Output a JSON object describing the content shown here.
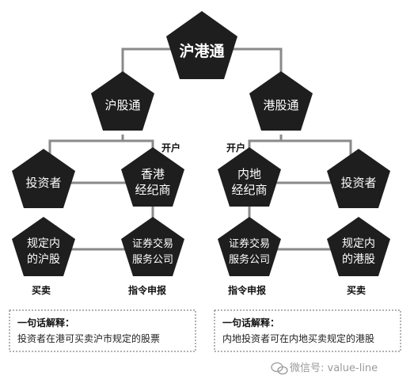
{
  "nodes": {
    "top": "沪港通",
    "left_hub": "沪股通",
    "right_hub": "港股通",
    "left_investor": "投资者",
    "hk_broker_line1": "香港",
    "hk_broker_line2": "经纪商",
    "mainland_broker_line1": "内地",
    "mainland_broker_line2": "经纪商",
    "right_investor": "投资者",
    "sh_stocks_line1": "规定内",
    "sh_stocks_line2": "的沪股",
    "left_trade_service_line1": "证券交易",
    "left_trade_service_line2": "服务公司",
    "right_trade_service_line1": "证券交易",
    "right_trade_service_line2": "服务公司",
    "hk_stocks_line1": "规定内",
    "hk_stocks_line2": "的港股"
  },
  "labels": {
    "open_account_left": "开户",
    "open_account_right": "开户",
    "buy_sell_left": "买卖",
    "order_report_left": "指令申报",
    "order_report_right": "指令申报",
    "buy_sell_right": "买卖"
  },
  "notes": {
    "left_title": "一句话解释：",
    "left_text": "投资者在港可买卖沪市规定的股票",
    "right_title": "一句话解释：",
    "right_text": "内地投资者可在内地买卖规定的港股"
  },
  "watermark": "微信号: value-line",
  "colors": {
    "pentagon": "#1e1e1e",
    "line": "#8a8a8a",
    "text_on_dark": "#ffffff"
  }
}
